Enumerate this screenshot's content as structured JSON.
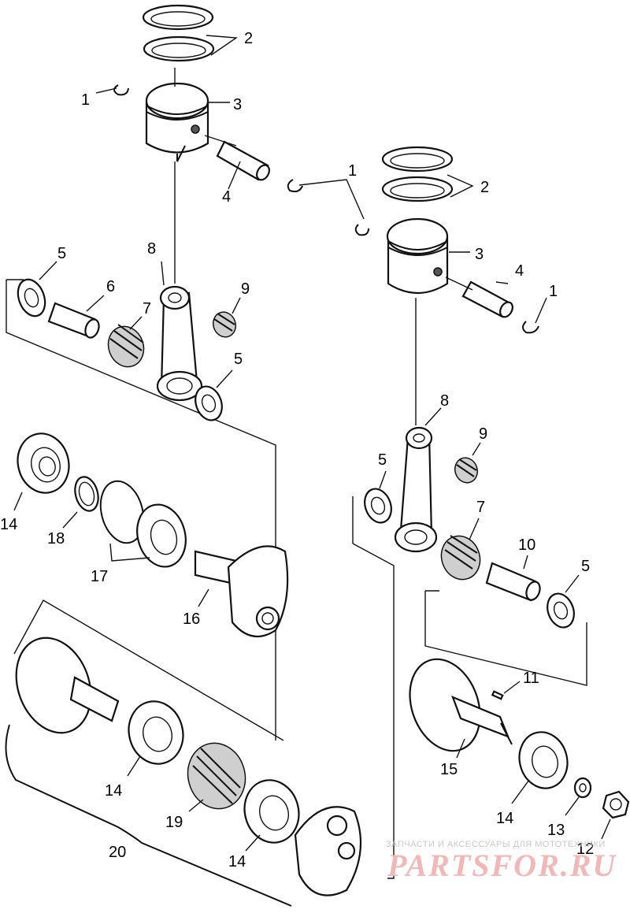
{
  "labels": {
    "l1a": "1",
    "l2a": "2",
    "l3a": "3",
    "l4a": "4",
    "l1b": "1",
    "l2b": "2",
    "l3b": "3",
    "l4b": "4",
    "l1c": "1",
    "l5a": "5",
    "l6": "6",
    "l7a": "7",
    "l8a": "8",
    "l9a": "9",
    "l5b": "5",
    "l8b": "8",
    "l9b": "9",
    "l5c": "5",
    "l7b": "7",
    "l10": "10",
    "l5d": "5",
    "l14a": "14",
    "l18": "18",
    "l17": "17",
    "l16": "16",
    "l11": "11",
    "l15": "15",
    "l14d": "14",
    "l13": "13",
    "l12": "12",
    "l14b": "14",
    "l19": "19",
    "l14c": "14",
    "l20": "20"
  },
  "watermark": {
    "tagline": "ЗАПЧАСТИ И АКСЕССУАРЫ ДЛЯ МОТОТЕХНИКИ",
    "logo": "PARTSFOR.RU"
  }
}
